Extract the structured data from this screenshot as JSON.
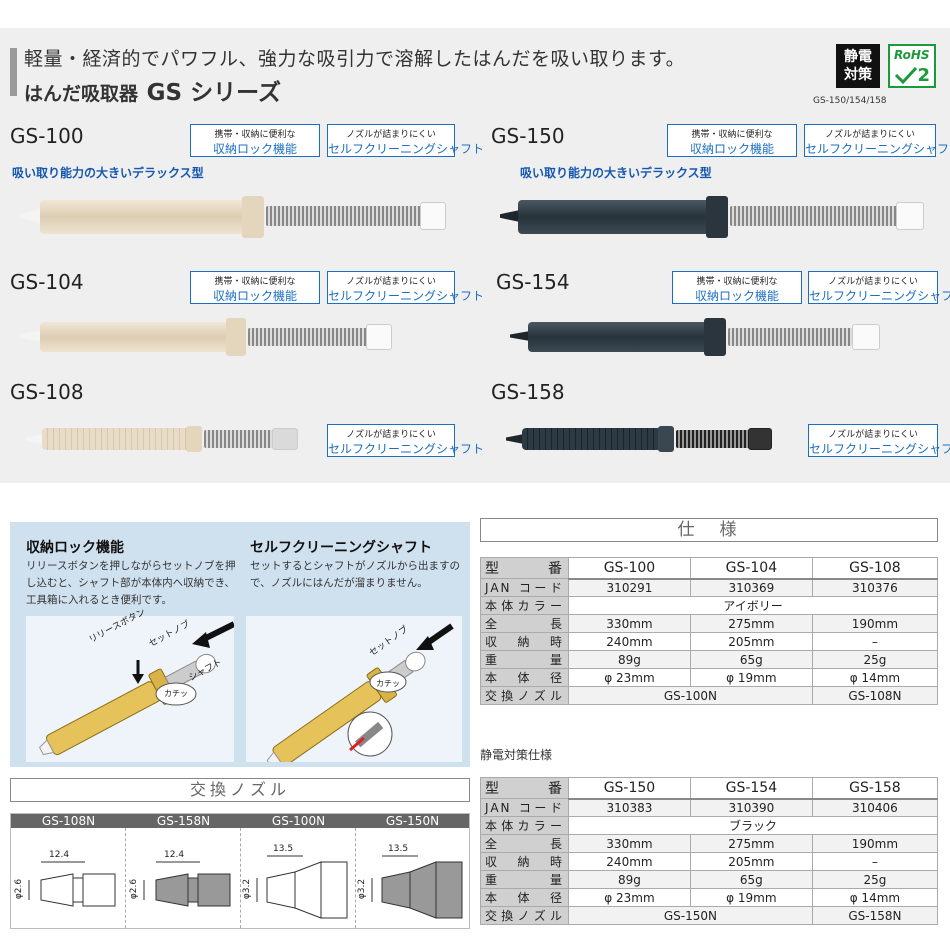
{
  "header": {
    "headline": "軽量・経済的でパワフル、強力な吸引力で溶解したはんだを吸い取ります。",
    "subtitle_prefix": "はんだ吸取器",
    "subtitle_series": "GS シリーズ",
    "badge_static": [
      "静電",
      "対策"
    ],
    "badge_rohs": "RoHS",
    "badge_rohs_num": "2",
    "badge_caption": "GS-150/154/158"
  },
  "features": {
    "lock_small": "携帯・収納に便利な",
    "lock_large": "収納ロック機能",
    "clean_small": "ノズルが詰まりにくい",
    "clean_large": "セルフクリーニングシャフト"
  },
  "catch_copy": "吸い取り能力の大きいデラックス型",
  "models": {
    "gs100": "GS-100",
    "gs150": "GS-150",
    "gs104": "GS-104",
    "gs154": "GS-154",
    "gs108": "GS-108",
    "gs158": "GS-158"
  },
  "colors": {
    "ivory_body": "#e8dcc8",
    "black_body": "#2c3a44",
    "accent_blue": "#1b6ec2",
    "panel_blue": "#cfe0ee"
  },
  "explain": {
    "lock_title": "収納ロック機能",
    "lock_text": "リリースボタンを押しながらセットノブを押し込むと、シャフト部が本体内へ収納でき、工具箱に入れるとき便利です。",
    "clean_title": "セルフクリーニングシャフト",
    "clean_text": "セットするとシャフトがノズルから出ますので、ノズルにはんだが溜まりません。",
    "lbl_release": "リリースボタン",
    "lbl_knob": "セットノブ",
    "lbl_shaft": "シャフト",
    "lbl_click": "カチッ",
    "lbl_knob2": "セットノブ",
    "lbl_click2": "カチッ"
  },
  "nozzles": {
    "title": "交換ノズル",
    "items": [
      {
        "name": "GS-108N",
        "length": "12.4",
        "dia": "φ2.6"
      },
      {
        "name": "GS-158N",
        "length": "12.4",
        "dia": "φ2.6"
      },
      {
        "name": "GS-100N",
        "length": "13.5",
        "dia": "φ3.2"
      },
      {
        "name": "GS-150N",
        "length": "13.5",
        "dia": "φ3.2"
      }
    ]
  },
  "spec": {
    "title": "仕　様",
    "labels": [
      "型　　番",
      "JAN コード",
      "本体カラー",
      "全　　長",
      "収　納　時",
      "重　　量",
      "本　体　径",
      "交換ノズル"
    ],
    "models": [
      "GS-100",
      "GS-104",
      "GS-108"
    ],
    "jan": [
      "310291",
      "310369",
      "310376"
    ],
    "color": "アイボリー",
    "length": [
      "330mm",
      "275mm",
      "190mm"
    ],
    "stored": [
      "240mm",
      "205mm",
      "–"
    ],
    "weight": [
      "89g",
      "65g",
      "25g"
    ],
    "diameter": [
      "φ 23mm",
      "φ 19mm",
      "φ 14mm"
    ],
    "nozzle_a": "GS-100N",
    "nozzle_b": "GS-108N"
  },
  "spec_esd": {
    "title": "静電対策仕様",
    "models": [
      "GS-150",
      "GS-154",
      "GS-158"
    ],
    "jan": [
      "310383",
      "310390",
      "310406"
    ],
    "color": "ブラック",
    "length": [
      "330mm",
      "275mm",
      "190mm"
    ],
    "stored": [
      "240mm",
      "205mm",
      "–"
    ],
    "weight": [
      "89g",
      "65g",
      "25g"
    ],
    "diameter": [
      "φ 23mm",
      "φ 19mm",
      "φ 14mm"
    ],
    "nozzle_a": "GS-150N",
    "nozzle_b": "GS-158N"
  }
}
